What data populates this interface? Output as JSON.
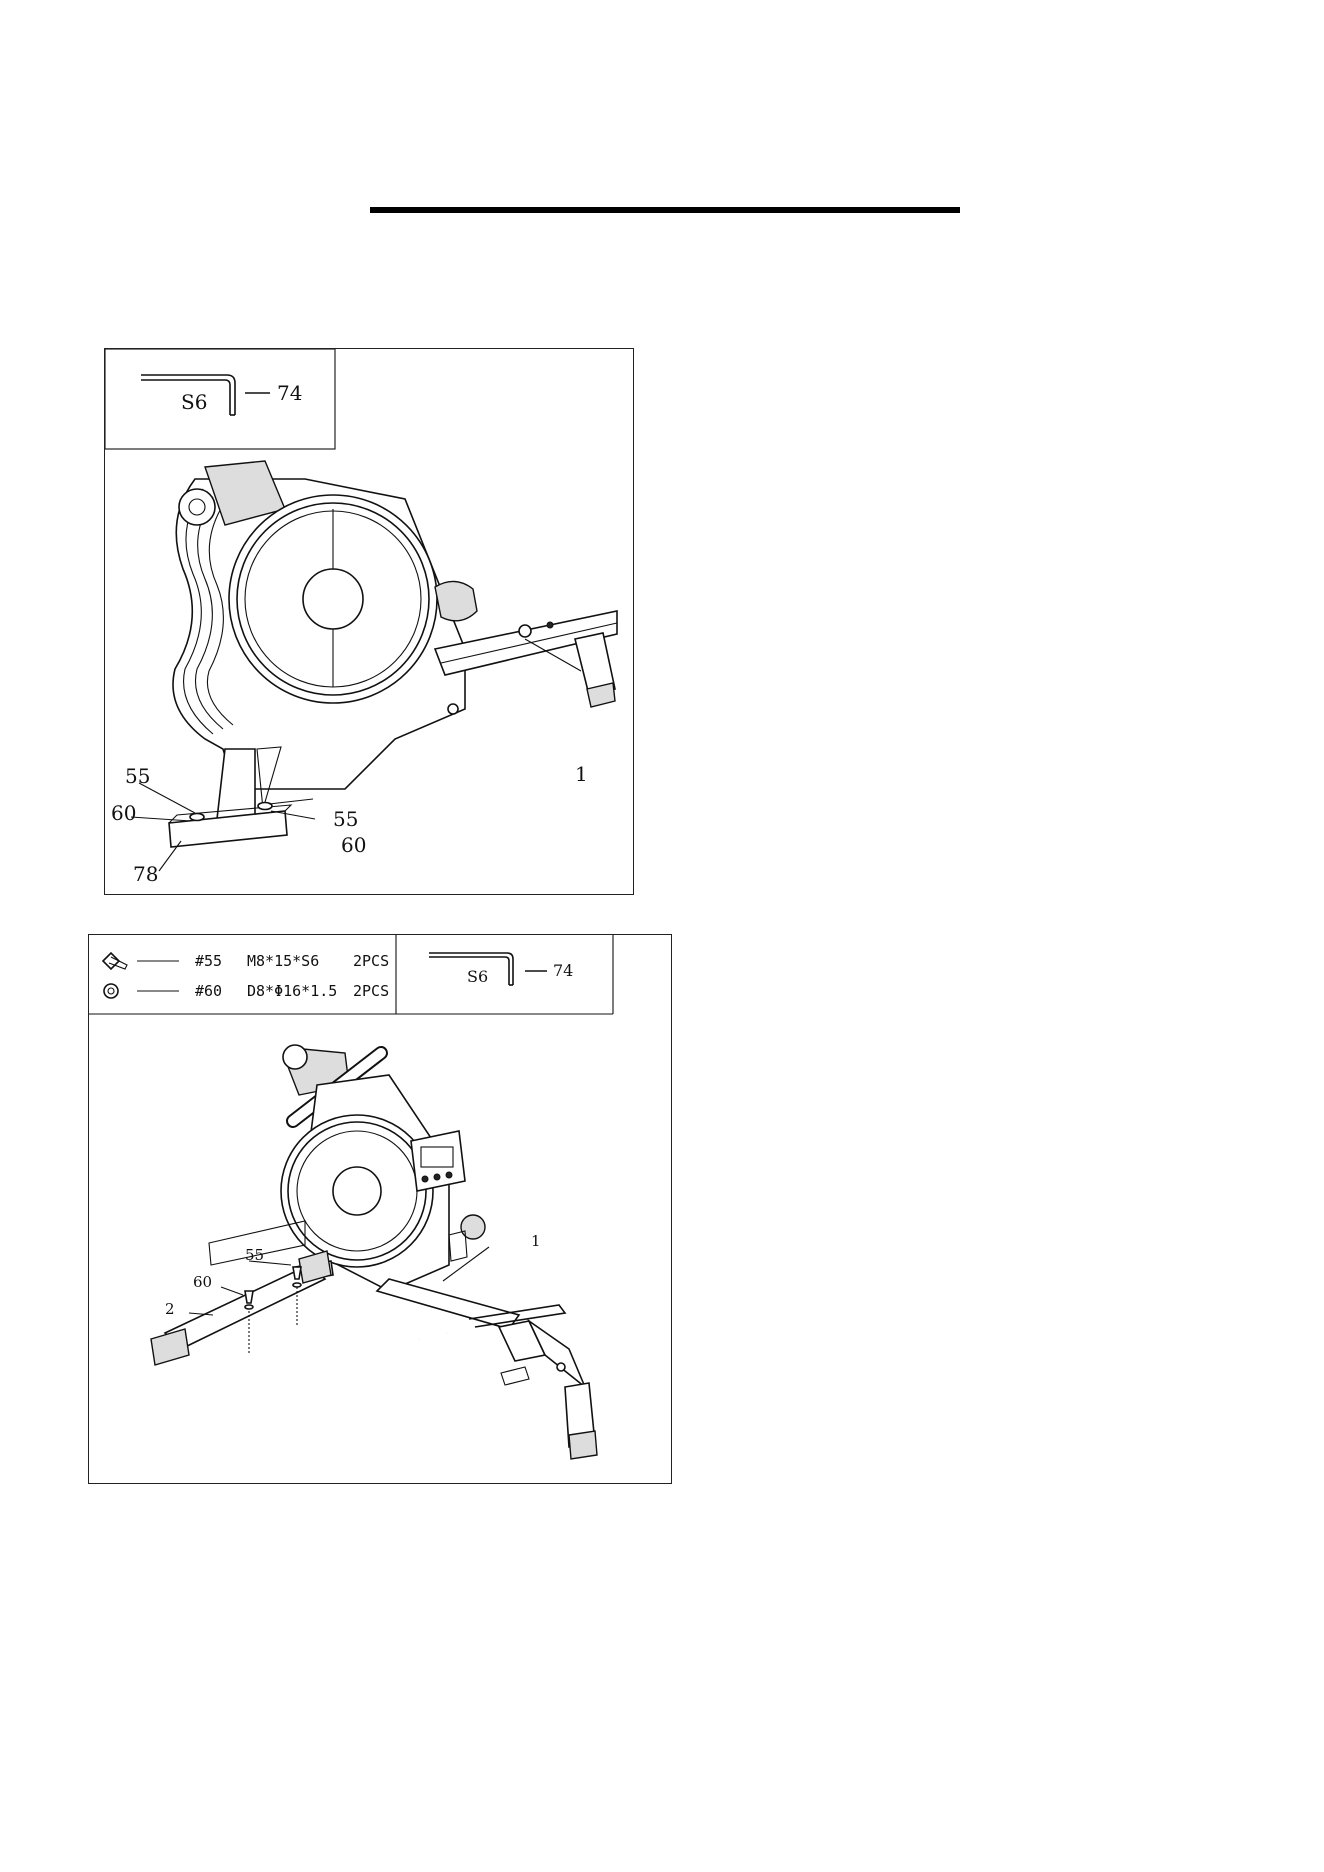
{
  "step1": {
    "tool": {
      "size_label": "S6",
      "part_no": "74"
    },
    "callouts": {
      "frame": "1",
      "bolt_left": "55",
      "washer_left": "60",
      "bolt_right": "55",
      "washer_right": "60",
      "rear_stabilizer": "78"
    }
  },
  "step2": {
    "hardware": [
      {
        "icon": "bolt-icon",
        "part": "#55",
        "spec": "M8*15*S6",
        "qty": "2PCS"
      },
      {
        "icon": "washer-icon",
        "part": "#60",
        "spec": "D8*Φ16*1.5",
        "qty": "2PCS"
      }
    ],
    "tool": {
      "size_label": "S6",
      "part_no": "74"
    },
    "callouts": {
      "frame": "1",
      "bolt": "55",
      "washer": "60",
      "front_stabilizer": "2"
    }
  }
}
